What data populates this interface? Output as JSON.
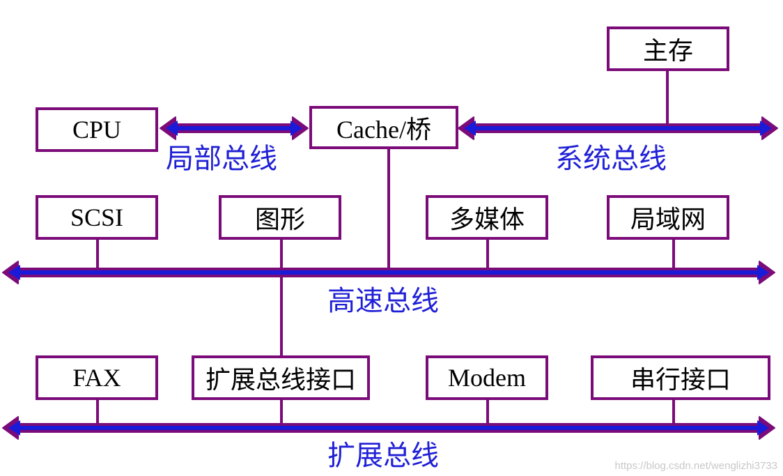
{
  "boxes": {
    "main_memory": "主存",
    "cpu": "CPU",
    "cache_bridge": "Cache/桥",
    "scsi": "SCSI",
    "graphics": "图形",
    "multimedia": "多媒体",
    "lan": "局域网",
    "fax": "FAX",
    "expansion_bus_interface": "扩展总线接口",
    "modem": "Modem",
    "serial_interface": "串行接口"
  },
  "bus_labels": {
    "local_bus": "局部总线",
    "system_bus": "系统总线",
    "high_speed_bus": "高速总线",
    "expansion_bus": "扩展总线"
  },
  "watermark": "https://blog.csdn.net/wenglizhi3733",
  "colors": {
    "box_border": "#7b0b79",
    "bus_outline": "#7b0b79",
    "bus_fill": "#1a1ad9",
    "label_text": "#1f1fd6"
  }
}
